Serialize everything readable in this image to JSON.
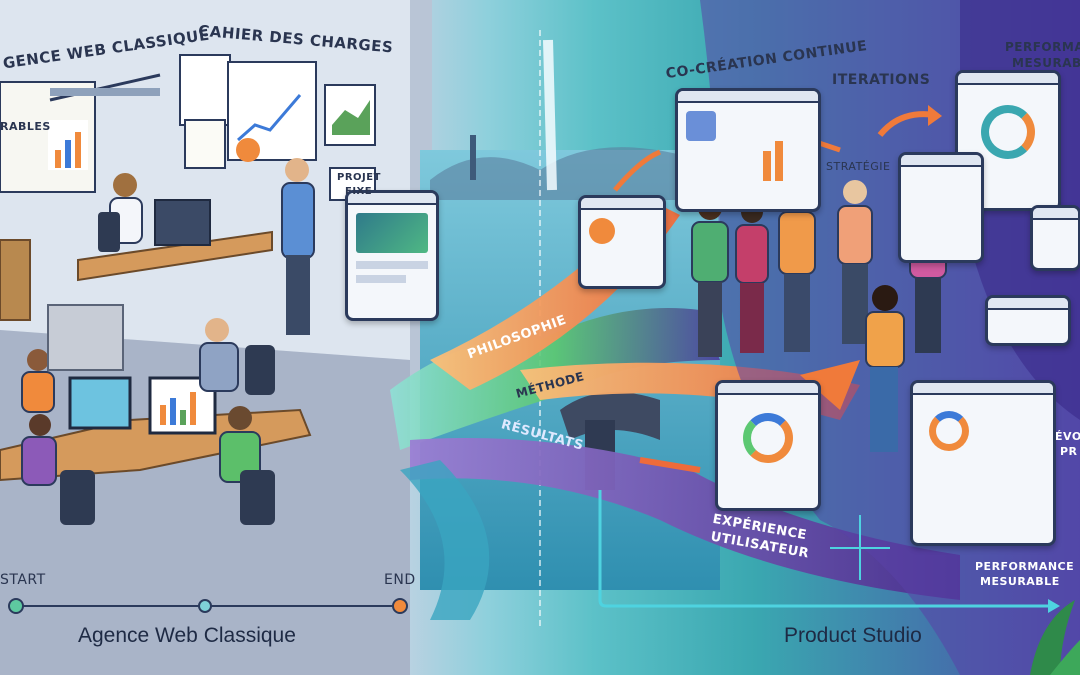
{
  "left_panel": {
    "banner": "GENCE WEB CLASSIQUE",
    "cahier": "CAHIER DES CHARGES",
    "rables": "RABLES",
    "projet_fixe_1": "PROJET",
    "projet_fixe_2": "FIXE",
    "timeline": {
      "start": "START",
      "end": "END"
    },
    "title": "Agence Web Classique"
  },
  "flow": {
    "philosophie": "PHILOSOPHIE",
    "methode": "MÉTHODE",
    "resultats": "RÉSULTATS"
  },
  "right_panel": {
    "cocreation": "CO-CRÉATION CONTINUE",
    "iterations": "ITERATIONS",
    "strategie": "STRATÉGIE",
    "performance_top_1": "PERFORMA",
    "performance_top_2": "MESURABL",
    "experience_1": "EXPÉRIENCE",
    "experience_2": "UTILISATEUR",
    "performance_bottom_1": "PERFORMANCE",
    "performance_bottom_2": "MESURABLE",
    "evo_1": "ÉVO",
    "evo_2": "PR",
    "title": "Product Studio"
  },
  "colors": {
    "left_bg": "#cdd8e6",
    "teal": "#3bb6b8",
    "orange": "#f18a4a",
    "purple": "#5b3fa6",
    "green": "#5cc872",
    "navy": "#1f2f4a"
  }
}
